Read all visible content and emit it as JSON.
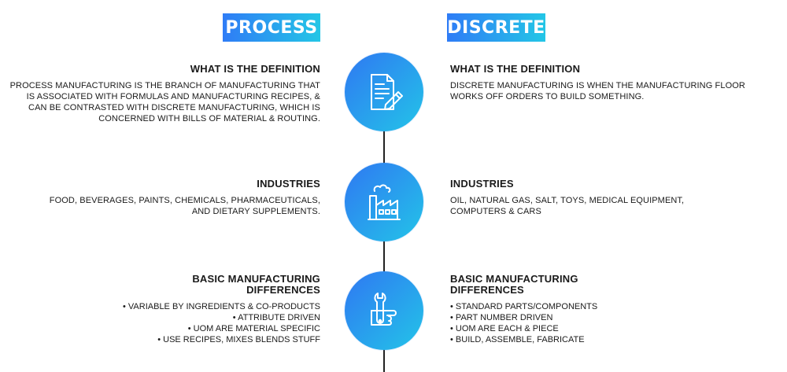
{
  "columns": {
    "left_title": "PROCESS",
    "right_title": "DISCRETE"
  },
  "colors": {
    "accent_start": "#2f7cf6",
    "accent_end": "#23c6e6"
  },
  "rows": [
    {
      "icon": "document-pencil-icon",
      "left": {
        "heading": "WHAT IS THE DEFINITION",
        "lines": [
          "PROCESS MANUFACTURING IS THE BRANCH OF MANUFACTURING THAT",
          "IS ASSOCIATED WITH FORMULAS AND MANUFACTURING RECIPES, &",
          "CAN BE CONTRASTED WITH DISCRETE MANUFACTURING, WHICH IS",
          "CONCERNED WITH BILLS OF MATERIAL & ROUTING."
        ]
      },
      "right": {
        "heading": "WHAT IS THE DEFINITION",
        "lines": [
          "DISCRETE MANUFACTURING IS WHEN THE MANUFACTURING FLOOR",
          "WORKS OFF ORDERS TO BUILD SOMETHING."
        ]
      }
    },
    {
      "icon": "factory-icon",
      "left": {
        "heading": "INDUSTRIES",
        "lines": [
          "FOOD, BEVERAGES, PAINTS, CHEMICALS, PHARMACEUTICALS,",
          "AND DIETARY SUPPLEMENTS."
        ]
      },
      "right": {
        "heading": "INDUSTRIES",
        "lines": [
          "OIL, NATURAL GAS, SALT, TOYS, MEDICAL EQUIPMENT,",
          "COMPUTERS & CARS"
        ]
      }
    },
    {
      "icon": "wrench-hand-icon",
      "left": {
        "heading_line1": "BASIC MANUFACTURING",
        "heading_line2": "DIFFERENCES",
        "items": [
          "VARIABLE BY INGREDIENTS & CO-PRODUCTS",
          "ATTRIBUTE DRIVEN",
          "UOM ARE MATERIAL SPECIFIC",
          "USE RECIPES, MIXES BLENDS STUFF"
        ]
      },
      "right": {
        "heading_line1": "BASIC MANUFACTURING",
        "heading_line2": "DIFFERENCES",
        "items": [
          "STANDARD PARTS/COMPONENTS",
          "PART NUMBER DRIVEN",
          "UOM ARE EACH & PIECE",
          "BUILD, ASSEMBLE, FABRICATE"
        ]
      }
    }
  ]
}
